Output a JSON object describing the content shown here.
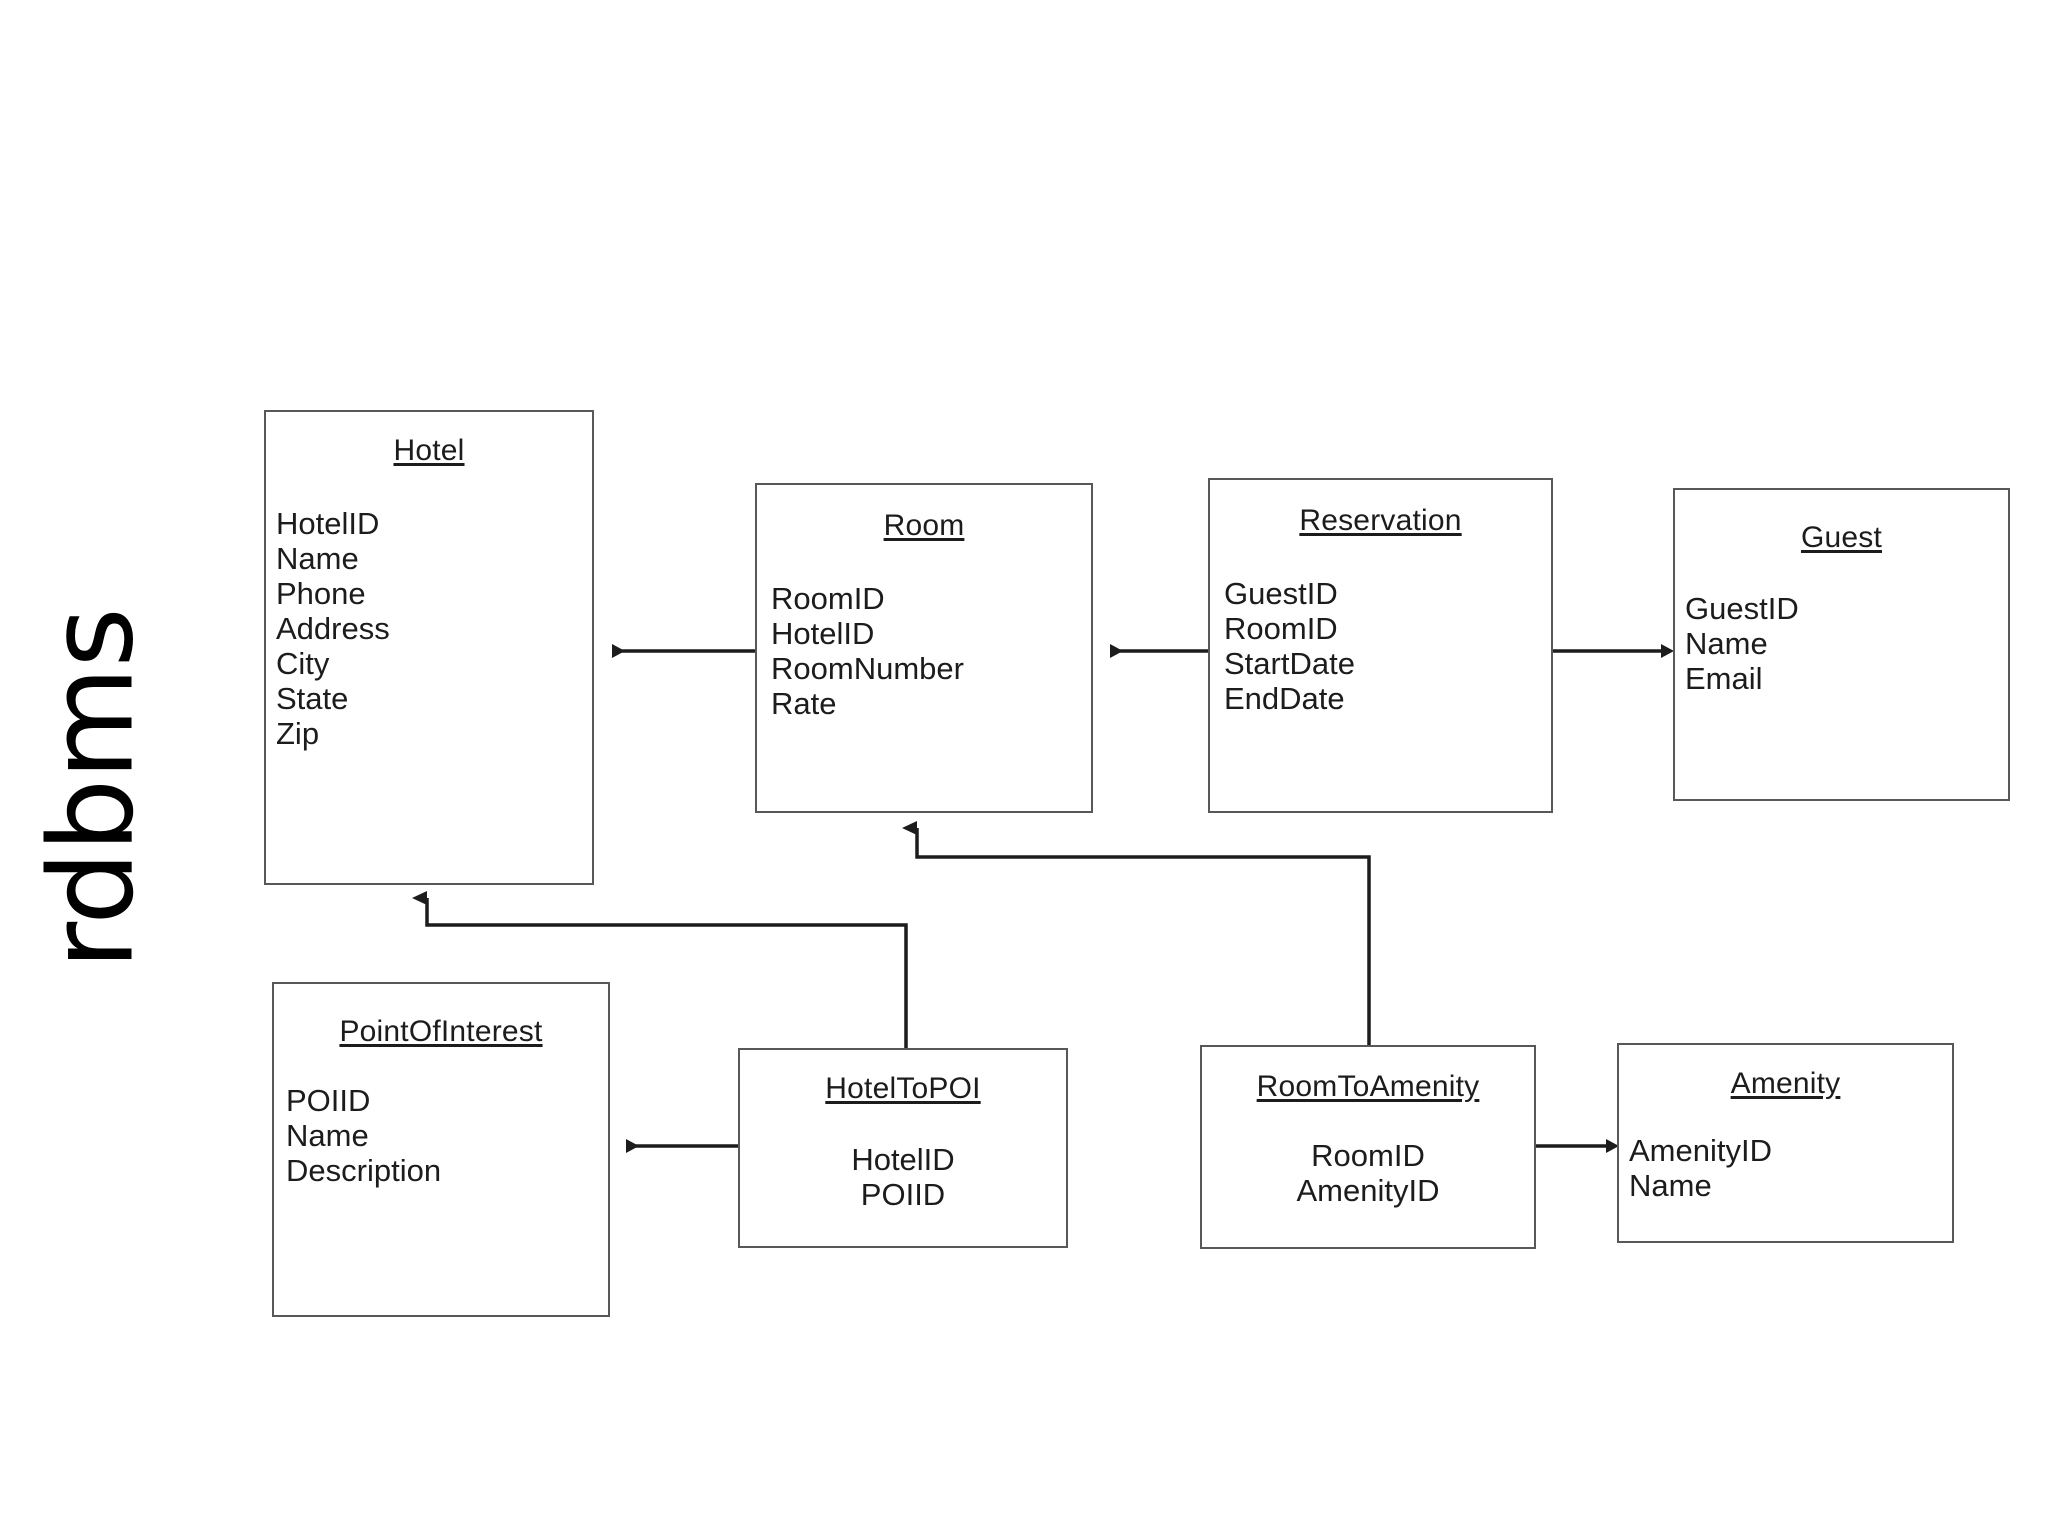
{
  "diagram": {
    "side_label": "rdbms",
    "line_color": "#1c1c1c",
    "box_border_color": "#58585a",
    "background_color": "#ffffff",
    "entities": [
      {
        "id": "hotel",
        "title": "Hotel",
        "attributes": [
          "HotelID",
          "Name",
          "Phone",
          "Address",
          "City",
          "State",
          "Zip"
        ]
      },
      {
        "id": "room",
        "title": "Room",
        "attributes": [
          "RoomID",
          "HotelID",
          "RoomNumber",
          "Rate"
        ]
      },
      {
        "id": "reservation",
        "title": "Reservation",
        "attributes": [
          "GuestID",
          "RoomID",
          "StartDate",
          "EndDate"
        ]
      },
      {
        "id": "guest",
        "title": "Guest",
        "attributes": [
          "GuestID",
          "Name",
          "Email"
        ]
      },
      {
        "id": "pointofinterest",
        "title": "PointOfInterest",
        "attributes": [
          "POIID",
          "Name",
          "Description"
        ]
      },
      {
        "id": "hoteltopoi",
        "title": "HotelToPOI",
        "attributes": [
          "HotelID",
          "POIID"
        ]
      },
      {
        "id": "roomtoamenity",
        "title": "RoomToAmenity",
        "attributes": [
          "RoomID",
          "AmenityID"
        ]
      },
      {
        "id": "amenity",
        "title": "Amenity",
        "attributes": [
          "AmenityID",
          "Name"
        ]
      }
    ],
    "relationships": [
      {
        "from": "room",
        "to": "hotel",
        "style": "straight-horizontal"
      },
      {
        "from": "reservation",
        "to": "room",
        "style": "straight-horizontal"
      },
      {
        "from": "reservation",
        "to": "guest",
        "style": "straight-horizontal"
      },
      {
        "from": "roomtoamenity",
        "to": "room",
        "style": "elbow-up"
      },
      {
        "from": "hoteltopoi",
        "to": "hotel",
        "style": "elbow-up"
      },
      {
        "from": "hoteltopoi",
        "to": "pointofinterest",
        "style": "straight-horizontal"
      },
      {
        "from": "roomtoamenity",
        "to": "amenity",
        "style": "straight-horizontal"
      }
    ]
  }
}
